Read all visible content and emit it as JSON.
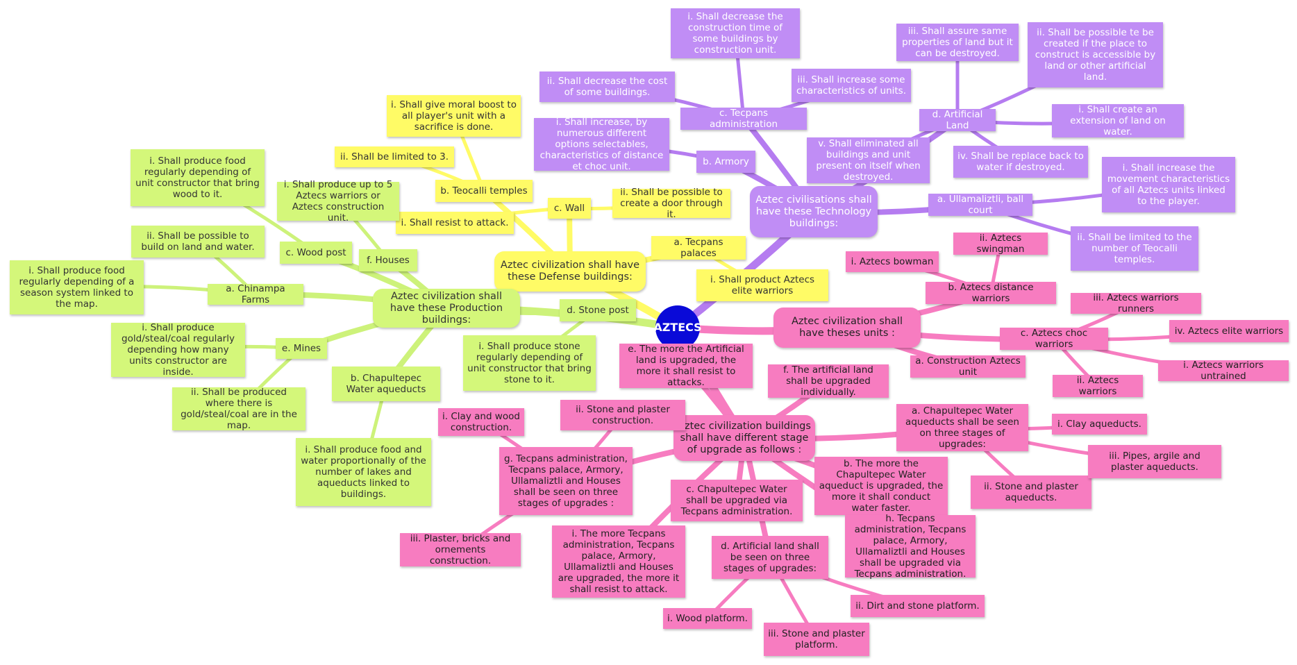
{
  "colors": {
    "root": "#0a0ad8",
    "yellow": "#fffb66",
    "green": "#d4f77a",
    "purple": "#c08df5",
    "pink": "#f77cc0",
    "link_yellow": "#fffb66",
    "link_green": "#cdf27a",
    "link_purple": "#b57cf0",
    "link_pink": "#f77cc0"
  },
  "root": {
    "label": "AZTECS"
  },
  "nodes": [
    {
      "id": "defense",
      "theme": "yellow",
      "label": "Aztec civilization shall have these Defense buildings:"
    },
    {
      "id": "def_palaces",
      "theme": "yellow",
      "label": "a. Tecpans palaces"
    },
    {
      "id": "def_palaces_1",
      "theme": "yellow",
      "label": "i. Shall product Aztecs elite warriors"
    },
    {
      "id": "def_teocalli",
      "theme": "yellow",
      "label": "b. Teocalli temples"
    },
    {
      "id": "def_teocalli_1",
      "theme": "yellow",
      "label": "i. Shall give moral boost to all player's unit with a sacrifice is done."
    },
    {
      "id": "def_teocalli_2",
      "theme": "yellow",
      "label": "ii. Shall be limited to 3."
    },
    {
      "id": "def_wall",
      "theme": "yellow",
      "label": "c. Wall"
    },
    {
      "id": "def_wall_1",
      "theme": "yellow",
      "label": "i. Shall resist to attack."
    },
    {
      "id": "def_wall_2",
      "theme": "yellow",
      "label": "ii. Shall be possible to create a door through it."
    },
    {
      "id": "production",
      "theme": "green",
      "label": "Aztec civilization shall have these Production buildings:"
    },
    {
      "id": "prod_chinampa",
      "theme": "green",
      "label": "a. Chinampa Farms"
    },
    {
      "id": "prod_chinampa_1",
      "theme": "green",
      "label": "i. Shall produce food regularly depending of a season system linked to the map."
    },
    {
      "id": "prod_chinampa_2",
      "theme": "green",
      "label": "ii. Shall be possible to build on land and water."
    },
    {
      "id": "prod_aqueducts",
      "theme": "green",
      "label": "b. Chapultepec Water aqueducts"
    },
    {
      "id": "prod_aqueducts_1",
      "theme": "green",
      "label": "i. Shall produce food and water proportionally of the number of lakes and aqueducts linked to buildings."
    },
    {
      "id": "prod_wood",
      "theme": "green",
      "label": "c. Wood post"
    },
    {
      "id": "prod_wood_1",
      "theme": "green",
      "label": "i. Shall produce food regularly depending of unit constructor that bring wood to it."
    },
    {
      "id": "prod_stone",
      "theme": "green",
      "label": "d. Stone post"
    },
    {
      "id": "prod_stone_1",
      "theme": "green",
      "label": "i. Shall produce stone regularly depending of unit constructor that bring stone to it."
    },
    {
      "id": "prod_mines",
      "theme": "green",
      "label": "e. Mines"
    },
    {
      "id": "prod_mines_1",
      "theme": "green",
      "label": "i. Shall produce gold/steal/coal regularly depending how many units constructor are inside."
    },
    {
      "id": "prod_mines_2",
      "theme": "green",
      "label": "ii. Shall be produced where there is gold/steal/coal are in the map."
    },
    {
      "id": "prod_houses",
      "theme": "green",
      "label": "f. Houses"
    },
    {
      "id": "prod_houses_1",
      "theme": "green",
      "label": "i. Shall produce up to 5 Aztecs warriors or Aztecs construction unit."
    },
    {
      "id": "tech",
      "theme": "purple",
      "label": "Aztec civilisations shall have these Technology buildings:"
    },
    {
      "id": "tech_ball",
      "theme": "purple",
      "label": "a. Ullamaliztli, ball court"
    },
    {
      "id": "tech_ball_1",
      "theme": "purple",
      "label": "i. Shall increase the movement characteristics of all Aztecs units linked to the player."
    },
    {
      "id": "tech_ball_2",
      "theme": "purple",
      "label": "ii. Shall be limited to the number of Teocalli temples."
    },
    {
      "id": "tech_armory",
      "theme": "purple",
      "label": "b. Armory"
    },
    {
      "id": "tech_armory_1",
      "theme": "purple",
      "label": "i. Shall increase, by numerous different options selectables, characteristics of distance et choc unit."
    },
    {
      "id": "tech_admin",
      "theme": "purple",
      "label": "c. Tecpans administration"
    },
    {
      "id": "tech_admin_1",
      "theme": "purple",
      "label": "i. Shall decrease the construction time of some buildings by construction unit."
    },
    {
      "id": "tech_admin_2",
      "theme": "purple",
      "label": "ii. Shall decrease the cost of some buildings."
    },
    {
      "id": "tech_admin_3",
      "theme": "purple",
      "label": "iii. Shall increase some characteristics of units."
    },
    {
      "id": "tech_land",
      "theme": "purple",
      "label": "d. Artificial Land"
    },
    {
      "id": "tech_land_1",
      "theme": "purple",
      "label": "i. Shall create an extension of land on water."
    },
    {
      "id": "tech_land_2",
      "theme": "purple",
      "label": "ii. Shall be possible te be created if the place to construct is accessible by land or other artificial land."
    },
    {
      "id": "tech_land_3",
      "theme": "purple",
      "label": "iii. Shall assure same properties of land but it can be destroyed."
    },
    {
      "id": "tech_land_4",
      "theme": "purple",
      "label": "iv. Shall be replace back to water if destroyed."
    },
    {
      "id": "tech_land_5",
      "theme": "purple",
      "label": "v. Shall eliminated all buildings and unit present on itself when destroyed."
    },
    {
      "id": "units",
      "theme": "pink",
      "label": "Aztec civilization shall have theses units :"
    },
    {
      "id": "units_constr",
      "theme": "pink",
      "label": "a. Construction Aztecs unit"
    },
    {
      "id": "units_dist",
      "theme": "pink",
      "label": "b. Aztecs distance warriors"
    },
    {
      "id": "units_dist_1",
      "theme": "pink",
      "label": "i. Aztecs bowman"
    },
    {
      "id": "units_dist_2",
      "theme": "pink",
      "label": "ii. Aztecs swingman"
    },
    {
      "id": "units_choc",
      "theme": "pink",
      "label": "c. Aztecs choc warriors"
    },
    {
      "id": "units_choc_1",
      "theme": "pink",
      "label": "i. Aztecs warriors untrained"
    },
    {
      "id": "units_choc_2",
      "theme": "pink",
      "label": "ii. Aztecs warriors"
    },
    {
      "id": "units_choc_3",
      "theme": "pink",
      "label": "iii. Aztecs warriors runners"
    },
    {
      "id": "units_choc_4",
      "theme": "pink",
      "label": "iv. Aztecs elite warriors"
    },
    {
      "id": "upg",
      "theme": "pink",
      "label": "Aztec civilization buildings shall have different stage of upgrade as follows :"
    },
    {
      "id": "upg_a",
      "theme": "pink",
      "label": "a. Chapultepec Water aqueducts shall be seen on three stages of upgrades:"
    },
    {
      "id": "upg_a_1",
      "theme": "pink",
      "label": "i. Clay aqueducts."
    },
    {
      "id": "upg_a_2",
      "theme": "pink",
      "label": "ii. Stone and plaster aqueducts."
    },
    {
      "id": "upg_a_3",
      "theme": "pink",
      "label": "iii. Pipes, argile and plaster aqueducts."
    },
    {
      "id": "upg_b",
      "theme": "pink",
      "label": "b. The more the Chapultepec Water aqueduct is upgraded, the more it shall conduct water faster."
    },
    {
      "id": "upg_c",
      "theme": "pink",
      "label": "c. Chapultepec Water shall be upgraded via Tecpans administration."
    },
    {
      "id": "upg_d",
      "theme": "pink",
      "label": "d. Artificial land shall be seen on three stages of upgrades:"
    },
    {
      "id": "upg_d_1",
      "theme": "pink",
      "label": "i. Wood platform."
    },
    {
      "id": "upg_d_2",
      "theme": "pink",
      "label": "ii. Dirt and stone platform."
    },
    {
      "id": "upg_d_3",
      "theme": "pink",
      "label": "iii. Stone and plaster platform."
    },
    {
      "id": "upg_e",
      "theme": "pink",
      "label": "e. The more the Artificial land is upgraded, the more it shall resist to attacks."
    },
    {
      "id": "upg_f",
      "theme": "pink",
      "label": "f. The artificial land shall be upgraded individually."
    },
    {
      "id": "upg_g",
      "theme": "pink",
      "label": "g. Tecpans administration, Tecpans palace, Armory, Ullamaliztli and Houses shall be seen on three stages of upgrades :"
    },
    {
      "id": "upg_g_1",
      "theme": "pink",
      "label": "i. Clay and wood construction."
    },
    {
      "id": "upg_g_2",
      "theme": "pink",
      "label": "ii. Stone and plaster construction."
    },
    {
      "id": "upg_g_3",
      "theme": "pink",
      "label": "iii. Plaster, bricks and ornements construction."
    },
    {
      "id": "upg_h",
      "theme": "pink",
      "label": "h. Tecpans administration, Tecpans palace, Armory, Ullamaliztli and Houses shall be upgraded via Tecpans administration."
    },
    {
      "id": "upg_i",
      "theme": "pink",
      "label": "i. The more Tecpans administration, Tecpans palace, Armory, Ullamaliztli and Houses are upgraded, the more it shall resist to attack."
    }
  ],
  "edges": [
    [
      "root",
      "defense"
    ],
    [
      "defense",
      "def_palaces"
    ],
    [
      "def_palaces",
      "def_palaces_1"
    ],
    [
      "defense",
      "def_teocalli"
    ],
    [
      "def_teocalli",
      "def_teocalli_1"
    ],
    [
      "def_teocalli",
      "def_teocalli_2"
    ],
    [
      "defense",
      "def_wall"
    ],
    [
      "def_wall",
      "def_wall_1"
    ],
    [
      "def_wall",
      "def_wall_2"
    ],
    [
      "root",
      "production"
    ],
    [
      "production",
      "prod_chinampa"
    ],
    [
      "prod_chinampa",
      "prod_chinampa_1"
    ],
    [
      "prod_chinampa",
      "prod_chinampa_2"
    ],
    [
      "production",
      "prod_aqueducts"
    ],
    [
      "prod_aqueducts",
      "prod_aqueducts_1"
    ],
    [
      "production",
      "prod_wood"
    ],
    [
      "prod_wood",
      "prod_wood_1"
    ],
    [
      "production",
      "prod_stone"
    ],
    [
      "prod_stone",
      "prod_stone_1"
    ],
    [
      "production",
      "prod_mines"
    ],
    [
      "prod_mines",
      "prod_mines_1"
    ],
    [
      "prod_mines",
      "prod_mines_2"
    ],
    [
      "production",
      "prod_houses"
    ],
    [
      "prod_houses",
      "prod_houses_1"
    ],
    [
      "root",
      "tech"
    ],
    [
      "tech",
      "tech_ball"
    ],
    [
      "tech_ball",
      "tech_ball_1"
    ],
    [
      "tech_ball",
      "tech_ball_2"
    ],
    [
      "tech",
      "tech_armory"
    ],
    [
      "tech_armory",
      "tech_armory_1"
    ],
    [
      "tech",
      "tech_admin"
    ],
    [
      "tech_admin",
      "tech_admin_1"
    ],
    [
      "tech_admin",
      "tech_admin_2"
    ],
    [
      "tech_admin",
      "tech_admin_3"
    ],
    [
      "tech",
      "tech_land"
    ],
    [
      "tech_land",
      "tech_land_1"
    ],
    [
      "tech_land",
      "tech_land_2"
    ],
    [
      "tech_land",
      "tech_land_3"
    ],
    [
      "tech_land",
      "tech_land_4"
    ],
    [
      "tech_land",
      "tech_land_5"
    ],
    [
      "root",
      "units"
    ],
    [
      "units",
      "units_constr"
    ],
    [
      "units",
      "units_dist"
    ],
    [
      "units_dist",
      "units_dist_1"
    ],
    [
      "units_dist",
      "units_dist_2"
    ],
    [
      "units",
      "units_choc"
    ],
    [
      "units_choc",
      "units_choc_1"
    ],
    [
      "units_choc",
      "units_choc_2"
    ],
    [
      "units_choc",
      "units_choc_3"
    ],
    [
      "units_choc",
      "units_choc_4"
    ],
    [
      "root",
      "upg"
    ],
    [
      "upg",
      "upg_a"
    ],
    [
      "upg_a",
      "upg_a_1"
    ],
    [
      "upg_a",
      "upg_a_2"
    ],
    [
      "upg_a",
      "upg_a_3"
    ],
    [
      "upg",
      "upg_b"
    ],
    [
      "upg",
      "upg_c"
    ],
    [
      "upg",
      "upg_d"
    ],
    [
      "upg_d",
      "upg_d_1"
    ],
    [
      "upg_d",
      "upg_d_2"
    ],
    [
      "upg_d",
      "upg_d_3"
    ],
    [
      "upg",
      "upg_e"
    ],
    [
      "upg",
      "upg_f"
    ],
    [
      "upg",
      "upg_g"
    ],
    [
      "upg_g",
      "upg_g_1"
    ],
    [
      "upg_g",
      "upg_g_2"
    ],
    [
      "upg_g",
      "upg_g_3"
    ],
    [
      "upg",
      "upg_h"
    ],
    [
      "upg",
      "upg_i"
    ]
  ]
}
